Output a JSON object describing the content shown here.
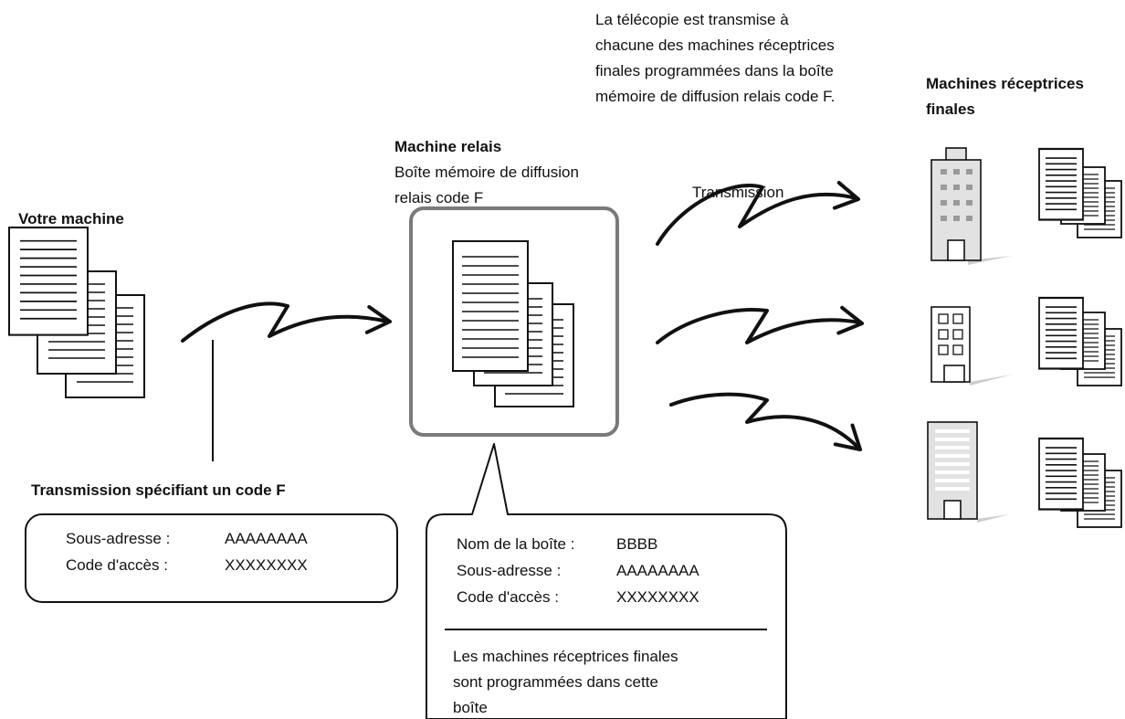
{
  "sender": {
    "label": "Votre machine",
    "transmission_label": "Transmission spécifiant un code F",
    "fields": [
      {
        "key": "Sous-adresse :",
        "value": "AAAAAAAA"
      },
      {
        "key": "Code d'accès :",
        "value": "XXXXXXXX"
      }
    ]
  },
  "relay": {
    "title": "Machine relais",
    "box_line1": "Boîte mémoire de diffusion",
    "box_line2": "relais code F",
    "fields": [
      {
        "key": "Nom de la boîte :",
        "value": "BBBB"
      },
      {
        "key": "Sous-adresse :",
        "value": "AAAAAAAA"
      },
      {
        "key": "Code d'accès :",
        "value": "XXXXXXXX"
      }
    ],
    "note_lines": [
      "Les machines réceptrices finales",
      "sont programmées dans cette",
      "boîte"
    ]
  },
  "transmission_label": "Transmission",
  "description_lines": [
    "La télécopie est transmise à",
    "chacune des machines réceptrices",
    "finales programmées dans la boîte",
    "mémoire de diffusion relais code F."
  ],
  "receivers": {
    "title_line1": "Machines réceptrices",
    "title_line2": "finales",
    "building_icons": [
      "tall-office-building-icon",
      "small-office-building-icon",
      "tower-building-icon"
    ]
  }
}
